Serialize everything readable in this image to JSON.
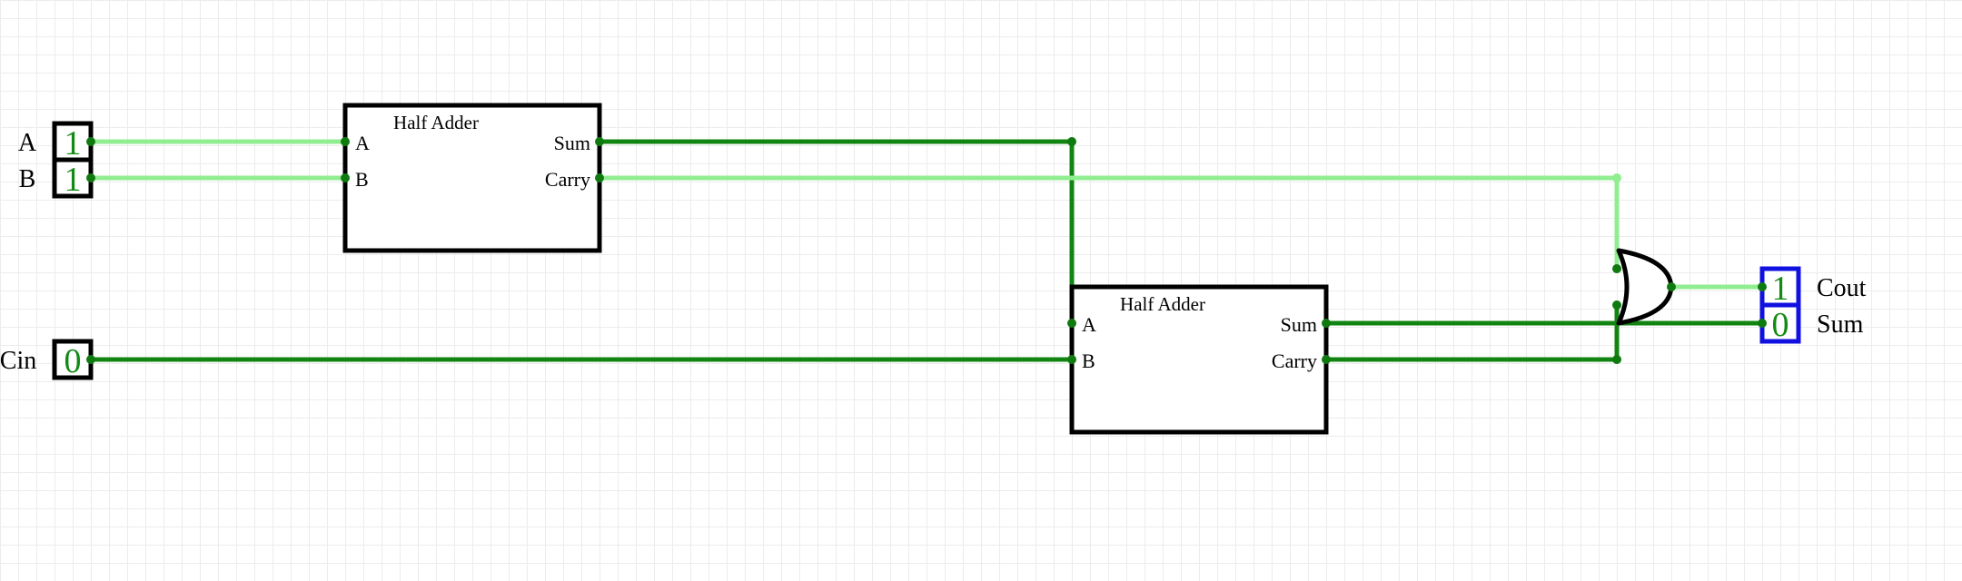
{
  "colors": {
    "wire_high": "#90ee90",
    "wire_low": "#128412",
    "node": "#0f7a0f",
    "output_border": "#1010e0",
    "input_border": "#000000",
    "value_text": "#138a13"
  },
  "inputs": [
    {
      "label": "A",
      "value": "1"
    },
    {
      "label": "B",
      "value": "1"
    },
    {
      "label": "Cin",
      "value": "0"
    }
  ],
  "half_adders": [
    {
      "title": "Half Adder",
      "in_a": "A",
      "in_b": "B",
      "out_sum": "Sum",
      "out_carry": "Carry"
    },
    {
      "title": "Half Adder",
      "in_a": "A",
      "in_b": "B",
      "out_sum": "Sum",
      "out_carry": "Carry"
    }
  ],
  "gates": [
    {
      "type": "OR",
      "icon": "or-gate-icon"
    }
  ],
  "outputs": [
    {
      "label": "Cout",
      "value": "1"
    },
    {
      "label": "Sum",
      "value": "0"
    }
  ]
}
